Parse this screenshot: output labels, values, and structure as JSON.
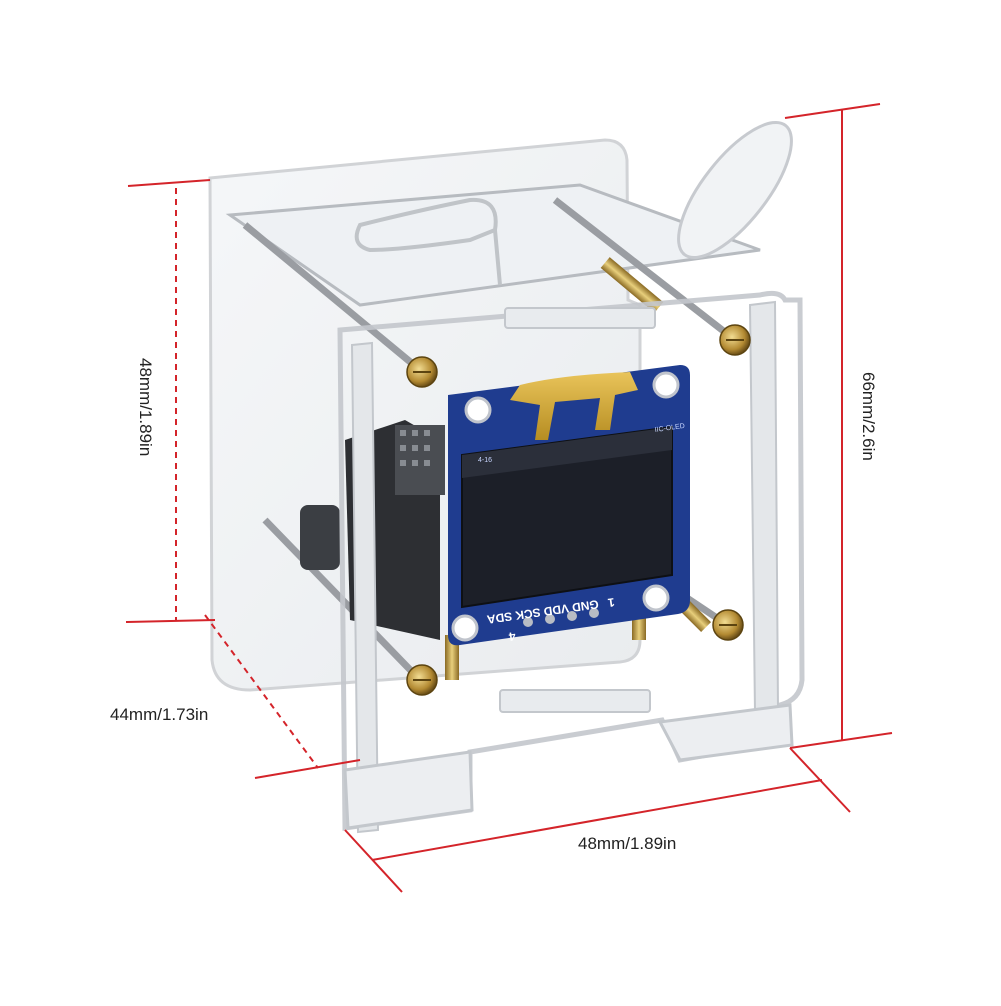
{
  "dimensions": {
    "height_front": "48mm/1.89in",
    "height_total": "66mm/2.6in",
    "depth": "44mm/1.73in",
    "width": "48mm/1.89in"
  },
  "oled": {
    "pins": "GND VDD SCK SDA",
    "pin_number": "4",
    "pin_number_right": "1",
    "pcb_text_top": "4-16",
    "pcb_text_right": "IIC-OLED"
  },
  "colors": {
    "dimension_line": "#d4242a",
    "pcb_blue": "#1f3c8f",
    "screen": "#1c1f28",
    "acrylic_edge": "#c9ccd0",
    "brass": "#c8a44c"
  }
}
